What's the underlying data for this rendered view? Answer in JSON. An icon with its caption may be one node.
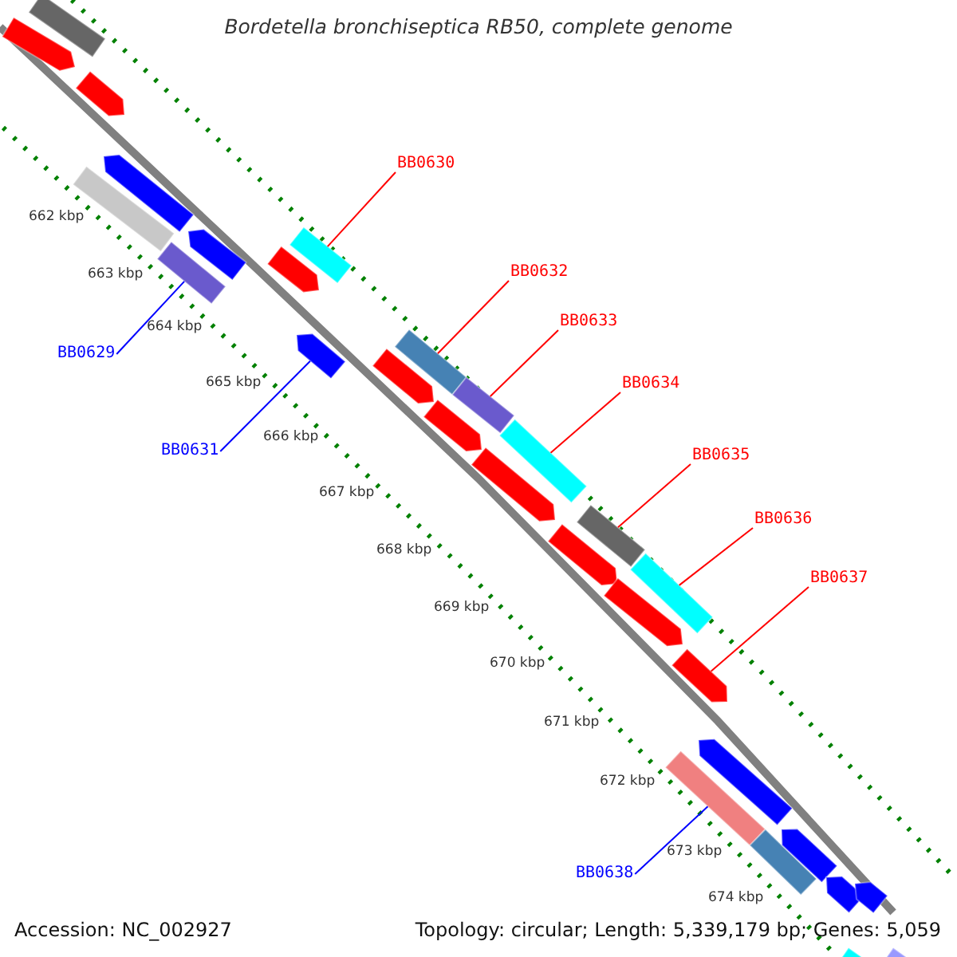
{
  "diagram": {
    "title": "Bordetella bronchiseptica RB50, complete genome",
    "nodes": [
      {
        "text": [
          "BB0629"
        ]
      },
      {
        "text": [
          "BB0630"
        ]
      },
      {
        "text": [
          "BB0631"
        ]
      },
      {
        "text": [
          "BB0632"
        ]
      },
      {
        "text": [
          "BB0633"
        ]
      },
      {
        "text": [
          "BB0634"
        ]
      },
      {
        "text": [
          "BB0635"
        ]
      },
      {
        "text": [
          "BB0636"
        ]
      },
      {
        "text": [
          "BB0637"
        ]
      },
      {
        "text": [
          "BB0638"
        ]
      },
      {
        "text": [],
        "shape": "bar"
      },
      {
        "text": [],
        "shape": "arrow"
      },
      {
        "text": [],
        "shape": "arrow"
      },
      {
        "text": [],
        "shape": "arrow"
      },
      {
        "text": [],
        "shape": "bar"
      },
      {
        "text": [],
        "shape": "arrow"
      },
      {
        "text": [],
        "shape": "bar"
      },
      {
        "text": [],
        "shape": "arrow"
      },
      {
        "text": [],
        "shape": "bar"
      },
      {
        "text": [],
        "shape": "arrow"
      },
      {
        "text": [],
        "shape": "bar"
      },
      {
        "text": [],
        "shape": "bar"
      },
      {
        "text": [],
        "shape": "bar"
      },
      {
        "text": [],
        "shape": "bar"
      },
      {
        "text": [],
        "shape": "bar"
      },
      {
        "text": [],
        "shape": "arrow"
      },
      {
        "text": [],
        "shape": "arrow"
      },
      {
        "text": [],
        "shape": "arrow"
      },
      {
        "text": [],
        "shape": "arrow"
      },
      {
        "text": [],
        "shape": "arrow"
      },
      {
        "text": [],
        "shape": "arrow"
      },
      {
        "text": [],
        "shape": "arrow"
      },
      {
        "text": [],
        "shape": "bar"
      },
      {
        "text": [],
        "shape": "bar"
      },
      {
        "text": [],
        "shape": "arrow"
      },
      {
        "text": [],
        "shape": "arrow"
      },
      {
        "text": [],
        "shape": "arrow"
      },
      {
        "text": [],
        "shape": "bar"
      },
      {
        "text": [],
        "shape": "bar"
      }
    ],
    "edges": [
      {
        "from": 0,
        "to": 16,
        "arrow": "none",
        "color": "#0000ff"
      },
      {
        "from": 1,
        "to": 18,
        "arrow": "none"
      },
      {
        "from": 2,
        "to": 19,
        "arrow": "none",
        "color": "#0000ff"
      },
      {
        "from": 3,
        "to": 20,
        "arrow": "none"
      },
      {
        "from": 4,
        "to": 21,
        "arrow": "none"
      },
      {
        "from": 5,
        "to": 22,
        "arrow": "none"
      },
      {
        "from": 6,
        "to": 23,
        "arrow": "none"
      },
      {
        "from": 7,
        "to": 24,
        "arrow": "none"
      },
      {
        "from": 8,
        "to": 30,
        "arrow": "none"
      },
      {
        "from": 9,
        "to": 32,
        "arrow": "none",
        "color": "#0000ff"
      }
    ],
    "labels": [
      "662 kbp",
      "663 kbp",
      "664 kbp",
      "665 kbp",
      "666 kbp",
      "667 kbp",
      "668 kbp",
      "669 kbp",
      "670 kbp",
      "671 kbp",
      "672 kbp",
      "673 kbp",
      "674 kbp",
      "Accession: NC_002927",
      "Topology: circular; Length: 5,339,179 bp; Genes: 5,059"
    ]
  }
}
